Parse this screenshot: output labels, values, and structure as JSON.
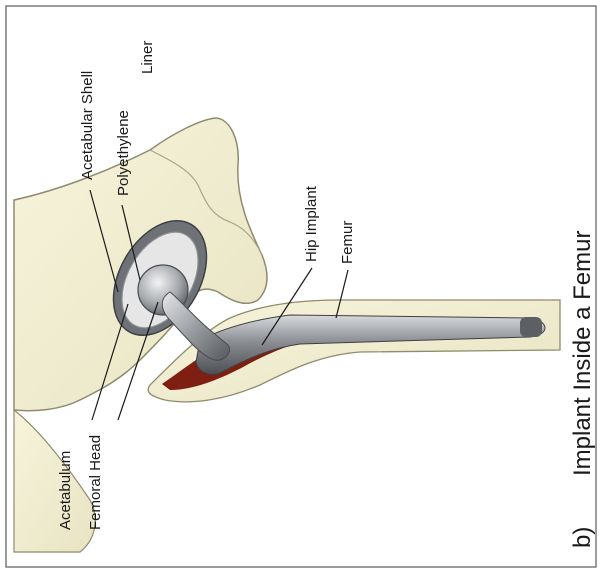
{
  "figure": {
    "panel_letter": "b)",
    "caption": "Implant Inside a Femur"
  },
  "labels": {
    "acetabular_shell": "Acetabular Shell",
    "polyethylene_line1": "Polyethylene",
    "polyethylene_line2": "Liner",
    "hip_implant": "Hip Implant",
    "femur": "Femur",
    "acetabulum": "Acetabulum",
    "femoral_head": "Femoral Head"
  },
  "colors": {
    "bone": "#f3efd2",
    "bone_outline": "#8f8b6e",
    "marrow": "#7e1f12",
    "metal_dark": "#5f6166",
    "metal_light": "#d3d6da",
    "liner": "#e4e4e4",
    "frame": "#7a7a7a"
  }
}
